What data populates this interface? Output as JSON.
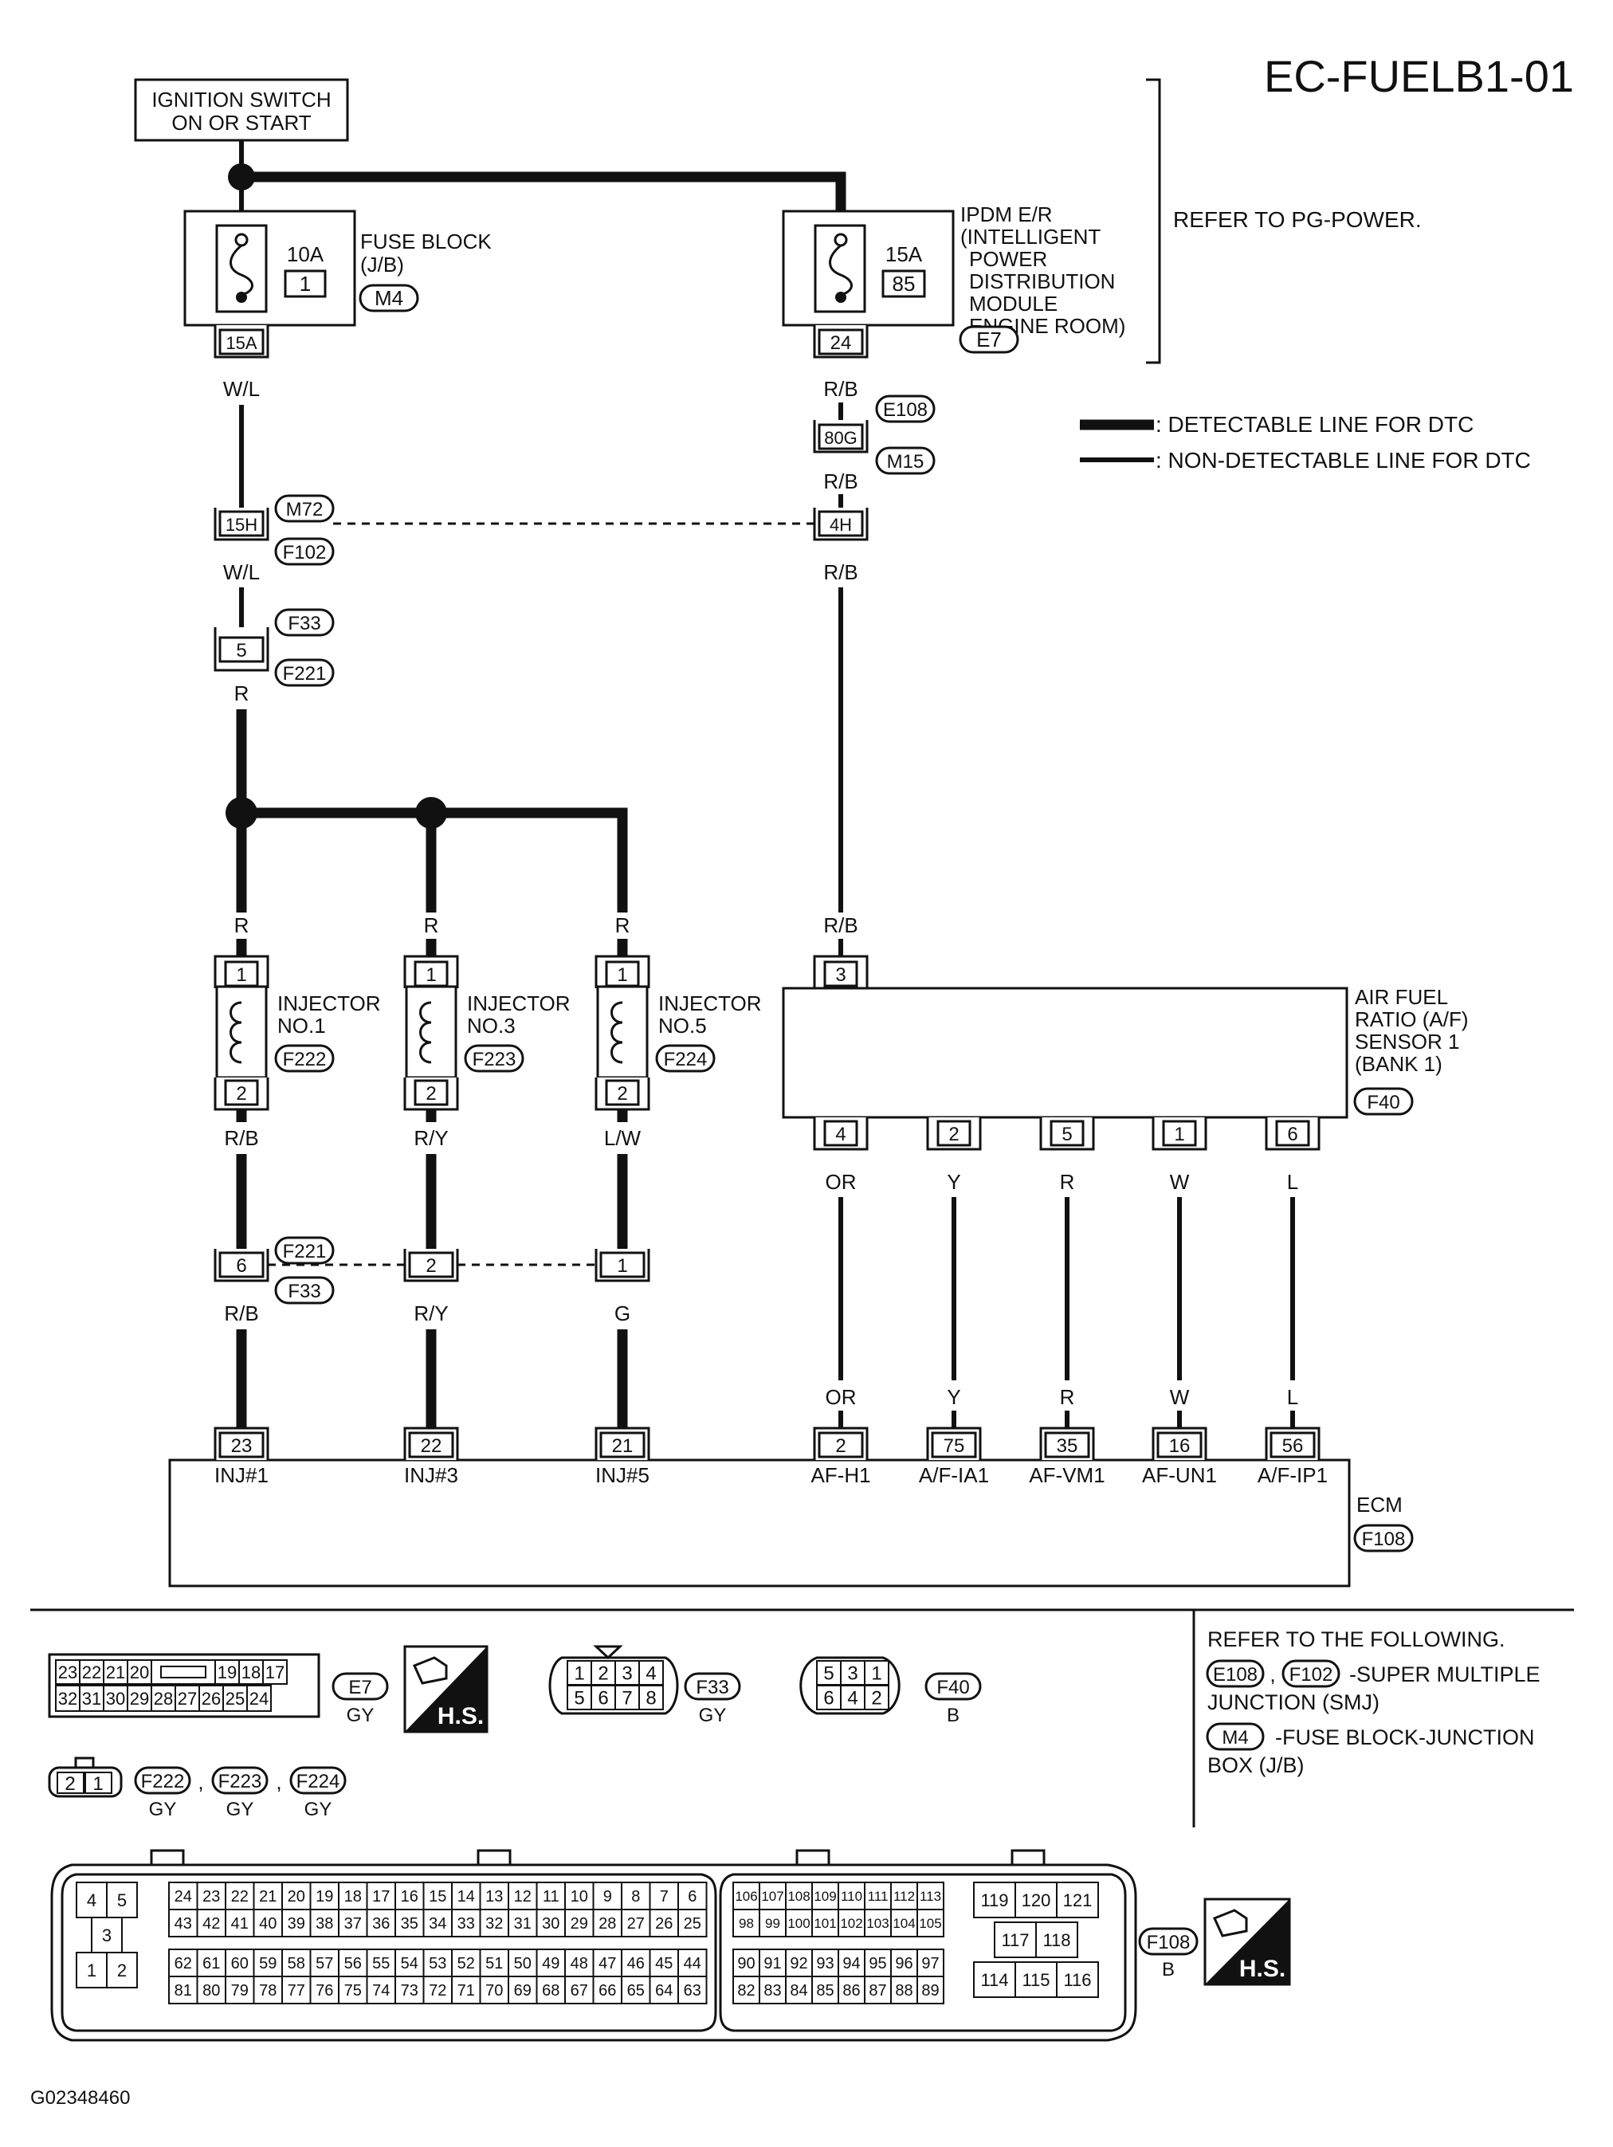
{
  "header": {
    "code": "EC-FUELB1-01",
    "refer_pg_power": "REFER TO PG-POWER."
  },
  "footer": {
    "figure_id": "G02348460"
  },
  "legend": {
    "detectable": ": DETECTABLE LINE FOR DTC",
    "non_detectable": ": NON-DETECTABLE LINE FOR DTC"
  },
  "ignition": {
    "line1": "IGNITION SWITCH",
    "line2": "ON OR START"
  },
  "fuse_block": {
    "name_lines": [
      "FUSE BLOCK",
      "(J/B)"
    ],
    "amp": "10A",
    "fuse_no": "1",
    "connector": "M4",
    "terminal": "15A"
  },
  "ipdm": {
    "name_lines": [
      "IPDM E/R",
      "(INTELLIGENT",
      "POWER",
      "DISTRIBUTION",
      "MODULE",
      "ENGINE ROOM)"
    ],
    "amp": "15A",
    "fuse_no": "85",
    "connector": "E7",
    "terminal": "24"
  },
  "wires": {
    "wl_top": "W/L",
    "rb_e108_top": "R/B",
    "e108": "E108",
    "t80g": "80G",
    "m15": "M15",
    "rb_e108_bottom": "R/B",
    "m72": "M72",
    "t15h": "15H",
    "t4h": "4H",
    "f102": "F102",
    "wl_mid": "W/L",
    "rb_mid": "R/B",
    "f33_top": "F33",
    "t5": "5",
    "f221_top": "F221",
    "r_main": "R",
    "r_inj1": "R",
    "r_inj3": "R",
    "r_inj5": "R",
    "rb_sensor": "R/B"
  },
  "injectors": [
    {
      "pin_top": "1",
      "pin_bottom": "2",
      "name1": "INJECTOR",
      "name2": "NO.1",
      "connector": "F222",
      "wire_out": "R/B",
      "joint_pin": "6",
      "wire_ecm": "R/B",
      "ecm_pin": "23",
      "ecm_label": "INJ#1"
    },
    {
      "pin_top": "1",
      "pin_bottom": "2",
      "name1": "INJECTOR",
      "name2": "NO.3",
      "connector": "F223",
      "wire_out": "R/Y",
      "joint_pin": "2",
      "wire_ecm": "R/Y",
      "ecm_pin": "22",
      "ecm_label": "INJ#3"
    },
    {
      "pin_top": "1",
      "pin_bottom": "2",
      "name1": "INJECTOR",
      "name2": "NO.5",
      "connector": "F224",
      "wire_out": "L/W",
      "joint_pin": "1",
      "wire_ecm": "G",
      "ecm_pin": "21",
      "ecm_label": "INJ#5"
    }
  ],
  "joint_f221": "F221",
  "joint_f33": "F33",
  "sensor": {
    "name_lines": [
      "AIR FUEL",
      "RATIO (A/F)",
      "SENSOR 1",
      "(BANK 1)"
    ],
    "connector": "F40",
    "top_pin": "3",
    "pins": [
      {
        "pin": "4",
        "wire": "OR",
        "wire_ecm": "OR",
        "ecm_pin": "2",
        "ecm_label": "AF-H1"
      },
      {
        "pin": "2",
        "wire": "Y",
        "wire_ecm": "Y",
        "ecm_pin": "75",
        "ecm_label": "A/F-IA1"
      },
      {
        "pin": "5",
        "wire": "R",
        "wire_ecm": "R",
        "ecm_pin": "35",
        "ecm_label": "AF-VM1"
      },
      {
        "pin": "1",
        "wire": "W",
        "wire_ecm": "W",
        "ecm_pin": "16",
        "ecm_label": "AF-UN1"
      },
      {
        "pin": "6",
        "wire": "L",
        "wire_ecm": "L",
        "ecm_pin": "56",
        "ecm_label": "A/F-IP1"
      }
    ]
  },
  "ecm": {
    "name": "ECM",
    "connector": "F108"
  },
  "connectors": {
    "e7": {
      "id": "E7",
      "color": "GY",
      "row1": [
        "23",
        "22",
        "21",
        "20",
        "",
        "19",
        "18",
        "17"
      ],
      "row2": [
        "32",
        "31",
        "30",
        "29",
        "28",
        "27",
        "26",
        "25",
        "24"
      ]
    },
    "hs": "H.S.",
    "f33": {
      "id": "F33",
      "color": "GY",
      "row1": [
        "1",
        "2",
        "3",
        "4"
      ],
      "row2": [
        "5",
        "6",
        "7",
        "8"
      ]
    },
    "f40": {
      "id": "F40",
      "color": "B",
      "row1": [
        "5",
        "3",
        "1"
      ],
      "row2": [
        "6",
        "4",
        "2"
      ]
    },
    "inj": {
      "pins": [
        "2",
        "1"
      ],
      "ids": [
        "F222",
        "F223",
        "F224"
      ],
      "colors": [
        "GY",
        "GY",
        "GY"
      ],
      "sep": ","
    },
    "f108": {
      "id": "F108",
      "color": "B",
      "left": {
        "r1": [
          "4",
          "5"
        ],
        "r2": [
          "3"
        ],
        "r3": [
          "1",
          "2"
        ]
      },
      "mainA": {
        "r1": [
          "24",
          "23",
          "22",
          "21",
          "20",
          "19",
          "18",
          "17",
          "16",
          "15",
          "14",
          "13",
          "12",
          "11",
          "10",
          "9",
          "8",
          "7",
          "6"
        ],
        "r2": [
          "43",
          "42",
          "41",
          "40",
          "39",
          "38",
          "37",
          "36",
          "35",
          "34",
          "33",
          "32",
          "31",
          "30",
          "29",
          "28",
          "27",
          "26",
          "25"
        ],
        "r3": [
          "62",
          "61",
          "60",
          "59",
          "58",
          "57",
          "56",
          "55",
          "54",
          "53",
          "52",
          "51",
          "50",
          "49",
          "48",
          "47",
          "46",
          "45",
          "44"
        ],
        "r4": [
          "81",
          "80",
          "79",
          "78",
          "77",
          "76",
          "75",
          "74",
          "73",
          "72",
          "71",
          "70",
          "69",
          "68",
          "67",
          "66",
          "65",
          "64",
          "63"
        ]
      },
      "mainB": {
        "r1": [
          "106",
          "107",
          "108",
          "109",
          "110",
          "111",
          "112",
          "113"
        ],
        "r2": [
          "98",
          "99",
          "100",
          "101",
          "102",
          "103",
          "104",
          "105"
        ],
        "r3": [
          "90",
          "91",
          "92",
          "93",
          "94",
          "95",
          "96",
          "97"
        ],
        "r4": [
          "82",
          "83",
          "84",
          "85",
          "86",
          "87",
          "88",
          "89"
        ]
      },
      "right": {
        "r1": [
          "119",
          "120",
          "121"
        ],
        "r2": [
          "117",
          "118"
        ],
        "r3": [
          "114",
          "115",
          "116"
        ]
      }
    }
  },
  "refer_following": {
    "title": "REFER TO THE FOLLOWING.",
    "smj_ids": [
      "E108",
      "F102"
    ],
    "smj_sep": ",",
    "smj_text_1": "-SUPER MULTIPLE",
    "smj_text_2": "JUNCTION (SMJ)",
    "jb_id": "M4",
    "jb_text_1": "-FUSE BLOCK-JUNCTION",
    "jb_text_2": "BOX (J/B)"
  }
}
